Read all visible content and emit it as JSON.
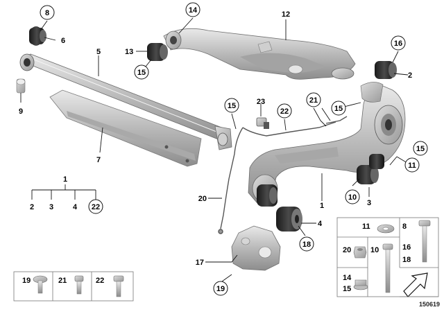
{
  "diagram": {
    "callouts": {
      "c1_top": "1",
      "c1_main": "1",
      "c2_group": "2",
      "c3_group": "3",
      "c4_group": "4",
      "c22_group": "22",
      "c2_right": "2",
      "c3_right": "3",
      "c4_right": "4",
      "c5": "5",
      "c6": "6",
      "c7": "7",
      "c8": "8",
      "c9": "9",
      "c10": "10",
      "c11_right": "11",
      "c12": "12",
      "c13": "13",
      "c14": "14",
      "c15_upper": "15",
      "c15_center": "15",
      "c15_hub": "15",
      "c15_right": "15",
      "c16": "16",
      "c17": "17",
      "c18": "18",
      "c19_mount": "19",
      "c20": "20",
      "c21_harness": "21",
      "c22_harness": "22",
      "c23": "23"
    },
    "legend": {
      "left": [
        {
          "num": "19",
          "part": "flange-bolt"
        },
        {
          "num": "21",
          "part": "hex-socket-bolt"
        },
        {
          "num": "22",
          "part": "hex-socket-bolt-long"
        }
      ],
      "right": [
        {
          "num": "11",
          "part": "washer"
        },
        {
          "num": "8",
          "part": "hex-bolt"
        },
        {
          "num": "20",
          "part": "hex-nut"
        },
        {
          "num": "10",
          "part": "hex-bolt-long"
        },
        {
          "num": "16",
          "part": ""
        },
        {
          "num": "18",
          "part": ""
        },
        {
          "num": "14",
          "part": "flange-nut"
        },
        {
          "num": "15",
          "part": ""
        }
      ]
    },
    "diagram_id": "150619"
  }
}
